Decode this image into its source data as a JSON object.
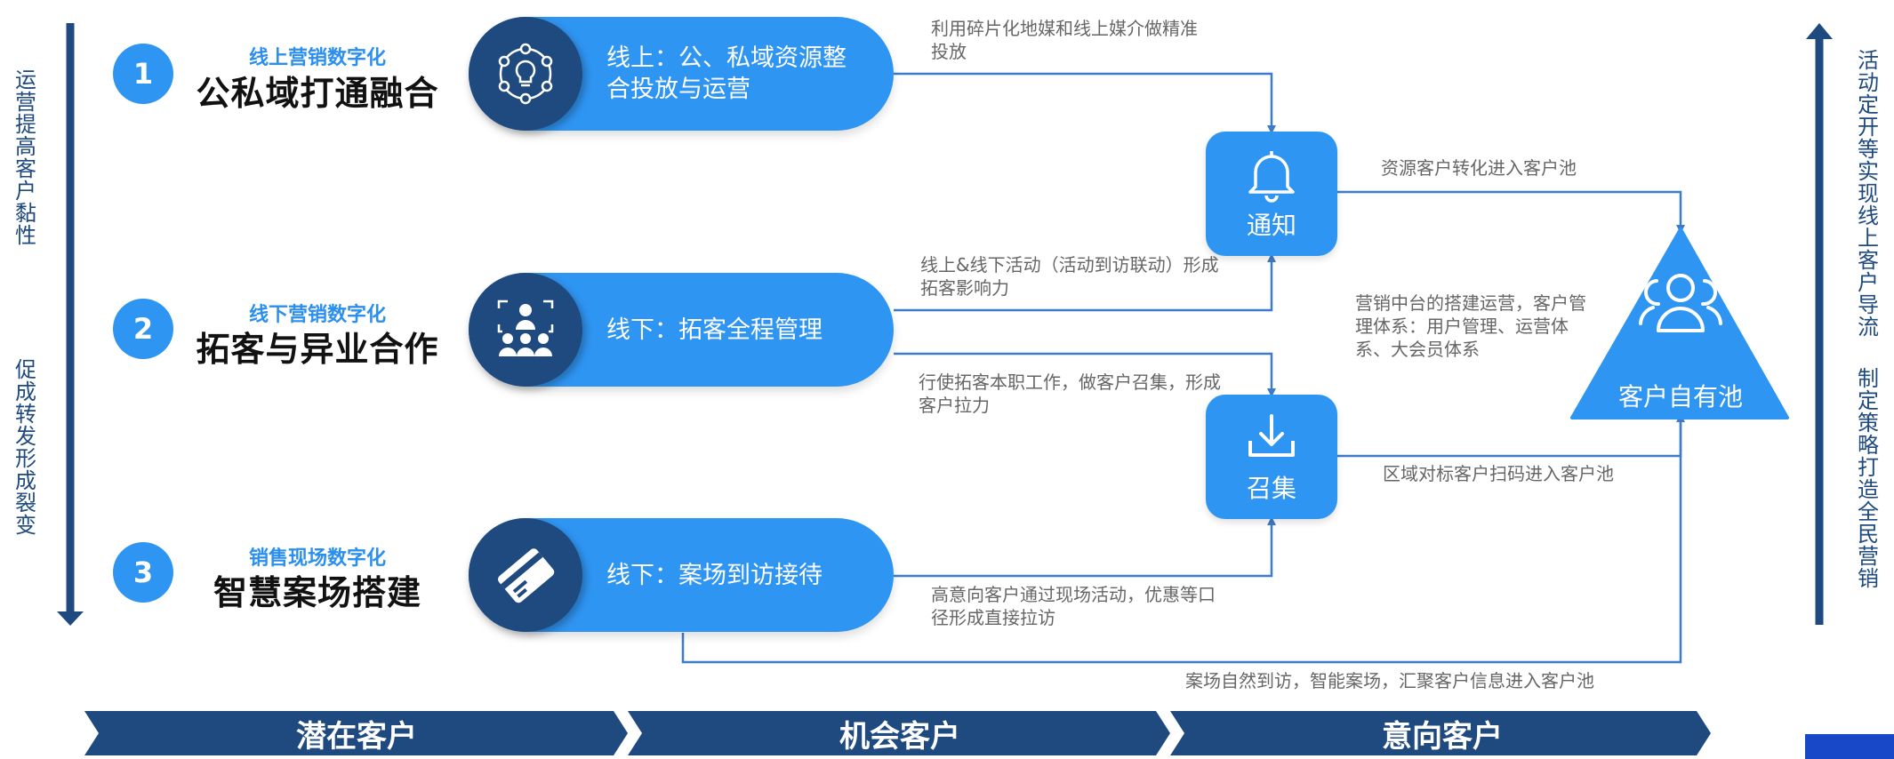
{
  "left_side": {
    "text_top": "运营提高客户黏性",
    "text_bottom": "促成转发 形成裂变"
  },
  "right_side": {
    "text_top": "活动定开等实现线上客户导流",
    "text_bottom": "制定策略打造全民营销"
  },
  "rows": [
    {
      "number": "1",
      "subtitle": "线上营销数字化",
      "title": "公私域打通融合",
      "pill_text": "线上：公、私域资源整合投放与运营",
      "icon": "lightbulb-network-icon"
    },
    {
      "number": "2",
      "subtitle": "线下营销数字化",
      "title": "拓客与异业合作",
      "pill_text": "线下：拓客全程管理",
      "icon": "team-presentation-icon"
    },
    {
      "number": "3",
      "subtitle": "销售现场数字化",
      "title": "智慧案场搭建",
      "pill_text": "线下：案场到访接待",
      "icon": "card-swipe-icon"
    }
  ],
  "notes": {
    "online_media": "利用碎片化地媒和线上媒介做精准投放",
    "activity_linkage": "线上&线下活动（活动到访联动）形成拓客影响力",
    "expansion_work": "行使拓客本职工作，做客户召集，形成客户拉力",
    "onsite_visit": "高意向客户通过现场活动，优惠等口径形成直接拉访",
    "resource_pool": "资源客户转化进入客户池",
    "marketing_platform": "营销中台的搭建运营，客户管理体系：用户管理、运营体系、大会员体系",
    "region_scan": "区域对标客户扫码进入客户池",
    "smart_site": "案场自然到访，智能案场，汇聚客户信息进入客户池"
  },
  "nodes": {
    "notify": {
      "label": "通知",
      "icon": "bell-icon"
    },
    "gather": {
      "label": "召集",
      "icon": "download-icon"
    },
    "pool": {
      "label": "客户自有池",
      "icon": "users-icon"
    }
  },
  "stages": [
    "潜在客户",
    "机会客户",
    "意向客户"
  ],
  "colors": {
    "primary_blue": "#2f95f2",
    "dark_navy": "#1f4a80",
    "arrow_blue": "#3d7cc9",
    "note_gray": "#666666"
  }
}
